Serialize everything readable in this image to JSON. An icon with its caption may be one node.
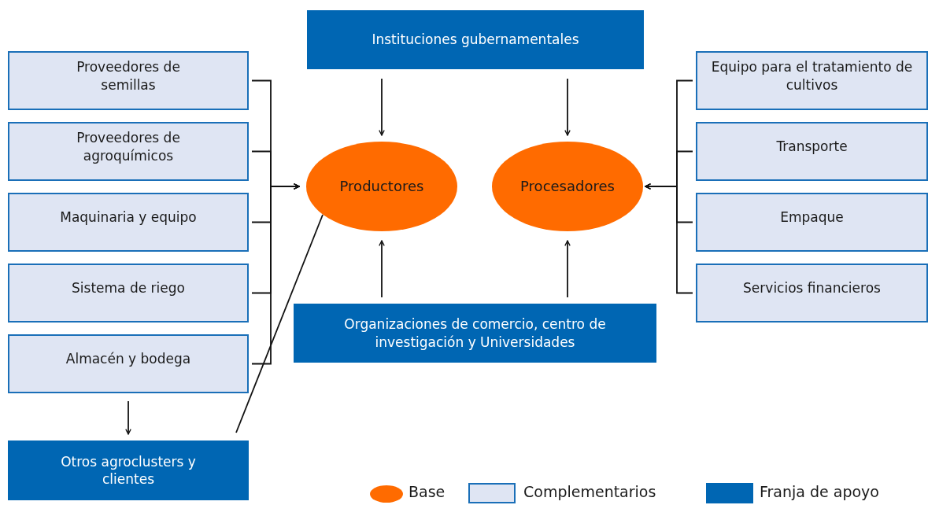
{
  "diagram": {
    "nodes": [
      {
        "text": [
          "Instituciones gubernamentales"
        ]
      },
      {
        "text": [
          "Proveedores de semillas"
        ]
      },
      {
        "text": [
          "Proveedores de agroquímicos"
        ]
      },
      {
        "text": [
          "Maquinaria y equipo"
        ]
      },
      {
        "text": [
          "Sistema de riego"
        ]
      },
      {
        "text": [
          "Almacén y bodega"
        ]
      },
      {
        "text": [
          "Equipo para el tratamiento de cultivos"
        ]
      },
      {
        "text": [
          "Transporte"
        ]
      },
      {
        "text": [
          "Empaque"
        ]
      },
      {
        "text": [
          "Servicios financieros"
        ]
      },
      {
        "text": [
          "Productores"
        ]
      },
      {
        "text": [
          "Procesadores"
        ]
      },
      {
        "text": [
          "Organizaciones de comercio, centro de investigación y Universidades"
        ]
      },
      {
        "text": [
          "Otros agroclusters y clientes"
        ]
      }
    ],
    "edges": [
      {
        "from": 1,
        "to": 10,
        "arrow": "to"
      },
      {
        "from": 2,
        "to": 10,
        "arrow": "to"
      },
      {
        "from": 3,
        "to": 10,
        "arrow": "to"
      },
      {
        "from": 4,
        "to": 10,
        "arrow": "to"
      },
      {
        "from": 5,
        "to": 10,
        "arrow": "to"
      },
      {
        "from": 6,
        "to": 11,
        "arrow": "to"
      },
      {
        "from": 7,
        "to": 11,
        "arrow": "to"
      },
      {
        "from": 8,
        "to": 11,
        "arrow": "to"
      },
      {
        "from": 9,
        "to": 11,
        "arrow": "to"
      },
      {
        "from": 0,
        "to": 10,
        "arrow": "to"
      },
      {
        "from": 0,
        "to": 11,
        "arrow": "to"
      },
      {
        "from": 12,
        "to": 10,
        "arrow": "to"
      },
      {
        "from": 12,
        "to": 11,
        "arrow": "to"
      },
      {
        "from": 5,
        "to": 13,
        "arrow": "to"
      },
      {
        "from": 13,
        "to": 10,
        "arrow": "none"
      }
    ],
    "legend": [
      {
        "text": "Base",
        "color": "#ff6b00"
      },
      {
        "text": "Complementarios",
        "color": "#dfe5f3"
      },
      {
        "text": "Franja de apoyo",
        "color": "#0066b3"
      }
    ]
  }
}
